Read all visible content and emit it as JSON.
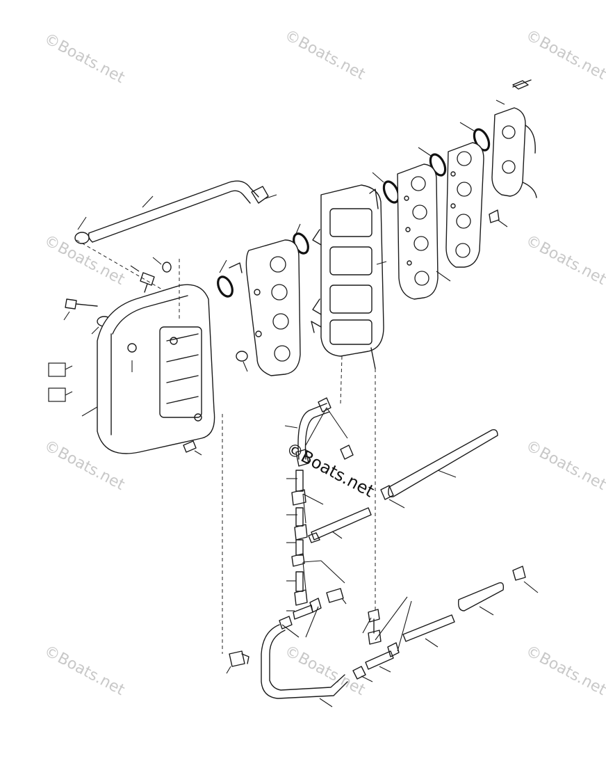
{
  "watermark": {
    "text": "©Boats.net",
    "color": "#c8c8c8",
    "center_text": "©Boats.net",
    "center_color": "#111111"
  },
  "legend_boxes": [
    {
      "name": "legend-box-1"
    },
    {
      "name": "legend-box-2"
    }
  ],
  "colors": {
    "line": "#1a1a1a",
    "background": "#ffffff"
  }
}
